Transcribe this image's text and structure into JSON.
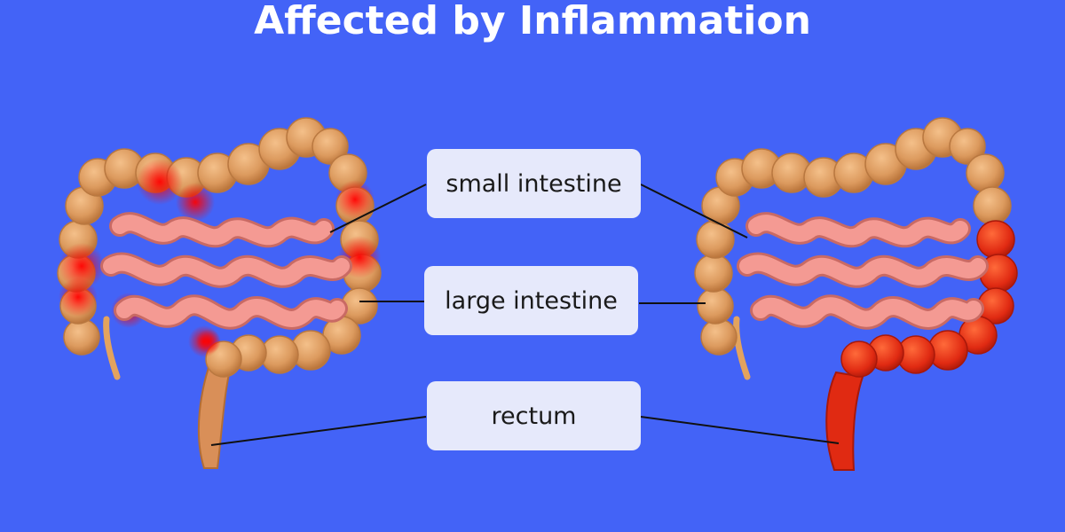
{
  "title": "Affected by Inflammation",
  "labels": {
    "small_intestine": "small intestine",
    "large_intestine": "large intestine",
    "rectum": "rectum"
  },
  "colors": {
    "background": "#4363f7",
    "colon": "#dc9a5e",
    "small_intestine": "#f08e88",
    "inflammation": "#e8140c",
    "label_box": "#e6e9fb"
  }
}
